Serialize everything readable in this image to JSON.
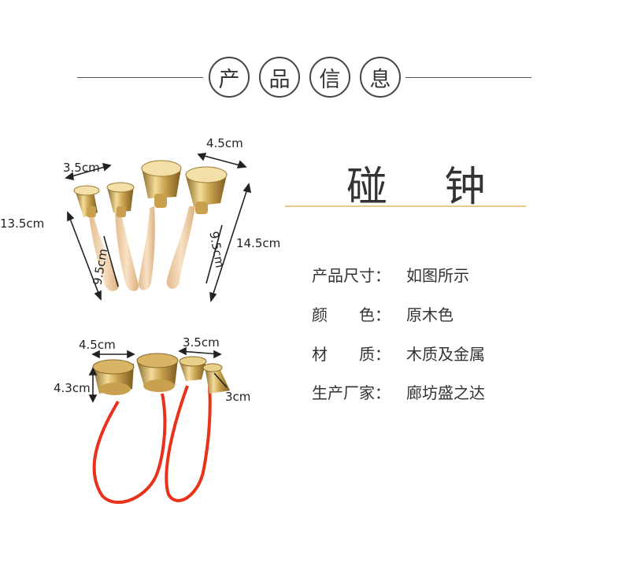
{
  "header": {
    "title_chars": [
      "产",
      "品",
      "信",
      "息"
    ]
  },
  "product": {
    "name": "碰 钟"
  },
  "specs": [
    {
      "label": "产品尺寸：",
      "value": "如图所示"
    },
    {
      "label": "颜　　色：",
      "value": "原木色"
    },
    {
      "label": "材　　质：",
      "value": "木质及金属"
    },
    {
      "label": "生产厂家：",
      "value": "廊坊盛之达"
    }
  ],
  "dimensions_top": {
    "cup_large_width": "4.5cm",
    "cup_small_width": "3.5cm",
    "total_small": "13.5cm",
    "total_large": "14.5cm",
    "handle_small": "9.5cm",
    "handle_large": "9.5cm"
  },
  "dimensions_bottom": {
    "cup_large_width": "4.5cm",
    "cup_large_height": "4.3cm",
    "cup_small_width": "3.5cm",
    "cup_small_height": "3cm"
  },
  "colors": {
    "brass": "#d9b465",
    "wood": "#efcfa8",
    "cord": "#e8321c",
    "accent_line": "#e7c98c"
  }
}
